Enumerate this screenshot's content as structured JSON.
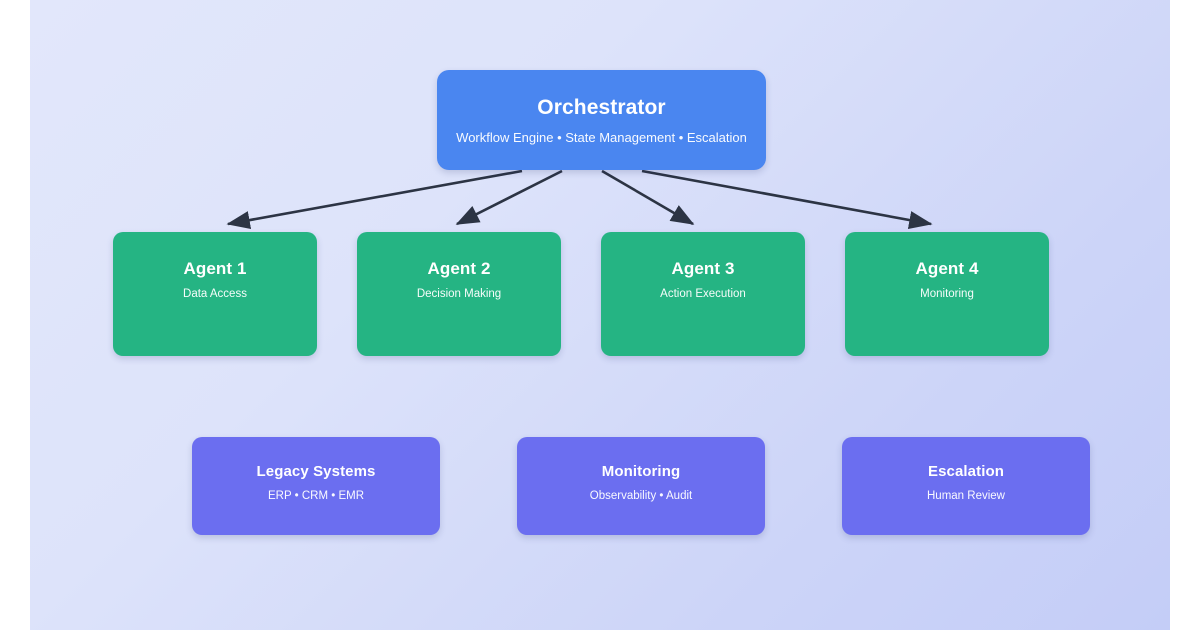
{
  "diagram": {
    "kind": "agent-orchestration-architecture",
    "background": {
      "page_color": "#ffffff",
      "canvas_gradient_from": "#e2e7fb",
      "canvas_gradient_to": "#c4cdf7"
    },
    "colors": {
      "orchestrator": "#4a86f0",
      "agent": "#25b483",
      "support": "#6b6ef0",
      "connector": "#2c3444",
      "node_text": "#ffffff"
    },
    "orchestrator": {
      "title": "Orchestrator",
      "subtitle": "Workflow Engine • State Management • Escalation"
    },
    "agents": [
      {
        "title": "Agent 1",
        "subtitle": "Data Access"
      },
      {
        "title": "Agent 2",
        "subtitle": "Decision Making"
      },
      {
        "title": "Agent 3",
        "subtitle": "Action Execution"
      },
      {
        "title": "Agent 4",
        "subtitle": "Monitoring"
      }
    ],
    "support": [
      {
        "title": "Legacy Systems",
        "subtitle": "ERP • CRM • EMR"
      },
      {
        "title": "Monitoring",
        "subtitle": "Observability • Audit"
      },
      {
        "title": "Escalation",
        "subtitle": "Human Review"
      }
    ],
    "connectors": [
      {
        "name": "orchestrator-to-agent-1",
        "from": "Orchestrator",
        "to": "Agent 1",
        "style": "solid-arrow"
      },
      {
        "name": "orchestrator-to-agent-2",
        "from": "Orchestrator",
        "to": "Agent 2",
        "style": "solid-arrow"
      },
      {
        "name": "orchestrator-to-agent-3",
        "from": "Orchestrator",
        "to": "Agent 3",
        "style": "solid-arrow"
      },
      {
        "name": "orchestrator-to-agent-4",
        "from": "Orchestrator",
        "to": "Agent 4",
        "style": "solid-arrow"
      }
    ]
  }
}
